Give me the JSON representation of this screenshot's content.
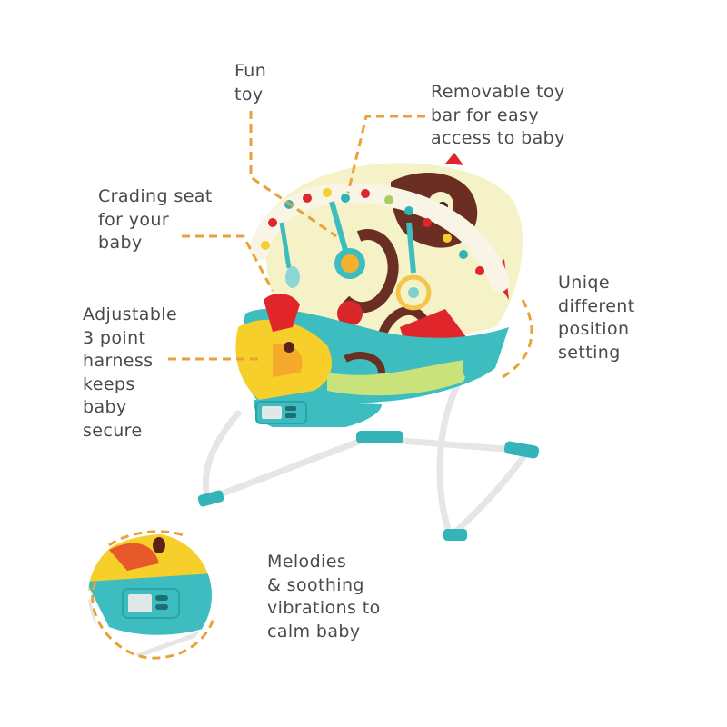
{
  "product": "Baby bouncer with toy bar",
  "colors": {
    "leader_line": "#e8a23c",
    "text": "#4a4a4d",
    "frame_teal": "#3dbdbf",
    "frame_white": "#f2f2f2",
    "seat_cream": "#f6f2c8",
    "monkey_brown": "#6b2e22",
    "accent_red": "#e0262b",
    "accent_yellow": "#f7cf2a",
    "dot_teal": "#2fb3b5",
    "dot_green": "#a9d05a"
  },
  "callouts": {
    "fun_toy": "Fun\ntoy",
    "removable_toy_bar": "Removable toy\nbar for easy\naccess to baby",
    "cradling_seat": "Crading seat\nfor your\nbaby",
    "harness": "Adjustable\n3 point\nharness\nkeeps\nbaby\nsecure",
    "positions": "Uniqe\ndifferent\nposition\nsetting",
    "melodies": "Melodies\n& soothing\nvibrations to\ncalm baby"
  }
}
